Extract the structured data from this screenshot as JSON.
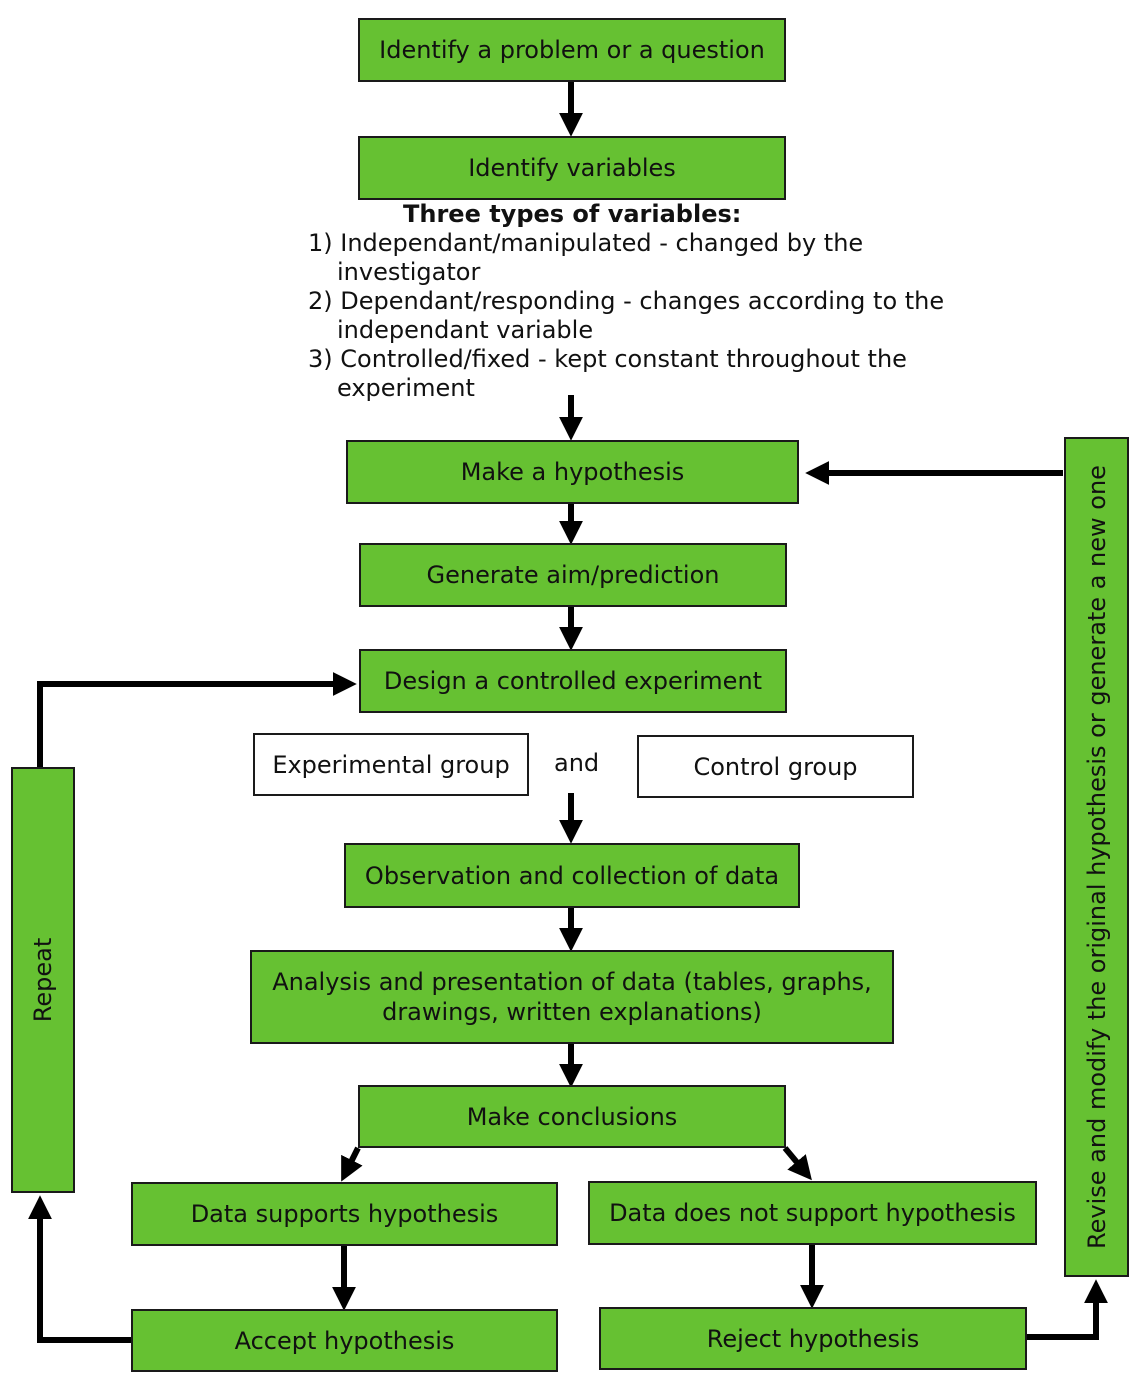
{
  "colors": {
    "box_fill": "#66c132",
    "border": "#1a1a1a",
    "arrow": "#000000"
  },
  "boxes": {
    "identify_problem": "Identify a problem or a question",
    "identify_variables": "Identify variables",
    "make_hypothesis": "Make a hypothesis",
    "generate_aim": "Generate aim/prediction",
    "design_experiment": "Design a controlled experiment",
    "experimental_group": "Experimental group",
    "and_label": "and",
    "control_group": "Control group",
    "observation": "Observation and collection of data",
    "analysis_line1": "Analysis and presentation of data (tables, graphs,",
    "analysis_line2": "drawings, written explanations)",
    "make_conclusions": "Make conclusions",
    "data_supports": "Data supports hypothesis",
    "data_not_supports": "Data does not support hypothesis",
    "accept_hypothesis": "Accept hypothesis",
    "reject_hypothesis": "Reject hypothesis",
    "repeat": "Repeat",
    "revise": "Revise and modify the original hypothesis or generate a new one"
  },
  "variables": {
    "title": "Three types of variables:",
    "items": [
      "1) Independant/manipulated - changed by the investigator",
      "2) Dependant/responding - changes according to the independant variable",
      "3) Controlled/fixed - kept constant throughout the experiment"
    ]
  }
}
